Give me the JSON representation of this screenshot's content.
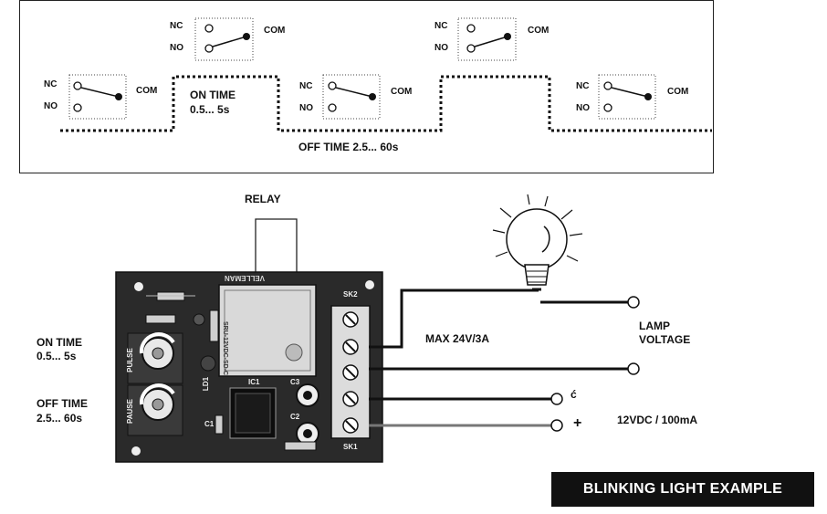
{
  "timing": {
    "nc": "NC",
    "no": "NO",
    "com": "COM",
    "on_time_title": "ON TIME",
    "on_time_range": "0.5...  5s",
    "off_time": "OFF TIME 2.5...  60s"
  },
  "board": {
    "relay_label": "RELAY",
    "pot_pulse": "PULSE",
    "pot_pause": "PAUSE",
    "led_label": "LD1",
    "sk2": "SK2",
    "sk1": "SK1",
    "ic_label": "IC1",
    "c1": "C1",
    "c2": "C2",
    "c3": "C3",
    "brand": "VELLEMAN",
    "relay_text": "SRU-12VDC-SD-C"
  },
  "left_labels": {
    "on_time": "ON TIME",
    "on_range": "0.5...  5s",
    "off_time": "OFF TIME",
    "off_range": "2.5...  60s"
  },
  "wiring": {
    "max": "MAX 24V/3A",
    "lamp_voltage_line1": "LAMP",
    "lamp_voltage_line2": "VOLTAGE",
    "minus": "ć",
    "plus": "+",
    "supply": "12VDC / 100mA"
  },
  "title": "BLINKING LIGHT  EXAMPLE"
}
